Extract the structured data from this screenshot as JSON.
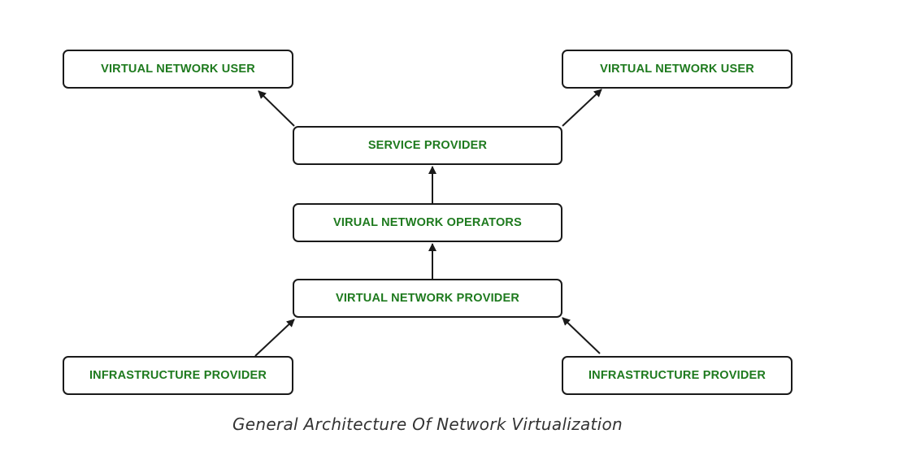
{
  "colors": {
    "label": "#1e7a1e",
    "stroke": "#1a1a1a",
    "caption": "#333333"
  },
  "nodes": {
    "user_left": "VIRTUAL NETWORK USER",
    "user_right": "VIRTUAL NETWORK USER",
    "service_provider": "SERVICE PROVIDER",
    "operators": "VIRUAL NETWORK OPERATORS",
    "virtual_network_provider": "VIRTUAL NETWORK PROVIDER",
    "infra_left": "INFRASTRUCTURE PROVIDER",
    "infra_right": "INFRASTRUCTURE PROVIDER"
  },
  "edges": [
    {
      "from": "infra_left",
      "to": "virtual_network_provider"
    },
    {
      "from": "infra_right",
      "to": "virtual_network_provider"
    },
    {
      "from": "virtual_network_provider",
      "to": "operators"
    },
    {
      "from": "operators",
      "to": "service_provider"
    },
    {
      "from": "service_provider",
      "to": "user_left"
    },
    {
      "from": "service_provider",
      "to": "user_right"
    }
  ],
  "caption": "General Architecture Of Network Virtualization"
}
